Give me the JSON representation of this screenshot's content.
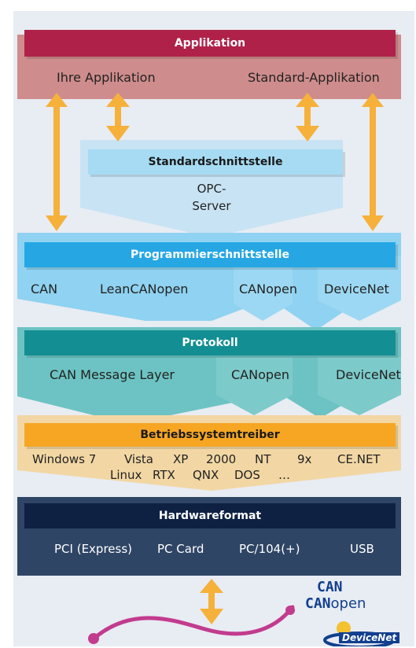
{
  "colors": {
    "background": "#e8ecf3",
    "app_band": "#cf8c8c",
    "app_header": "#b0214a",
    "arrow": "#f6b13a",
    "std_band": "#c8e3f4",
    "std_header": "#a6dbf3",
    "prog_band": "#8fd2f1",
    "prog_header": "#26a7e4",
    "proto_band": "#6dc3c3",
    "proto_header": "#138f93",
    "os_band": "#f2d7a4",
    "os_header": "#f6a623",
    "hw_band": "#2f4565",
    "hw_header": "#0f2143",
    "cable": "#c23b8e",
    "logo_blue": "#123f8e"
  },
  "application": {
    "title": "Applikation",
    "left": "Ihre Applikation",
    "right": "Standard-Applikation"
  },
  "standard": {
    "title": "Standardschnittstelle",
    "line1": "OPC-",
    "line2": "Server"
  },
  "programming": {
    "title": "Programmierschnittstelle",
    "items": [
      "CAN",
      "LeanCANopen",
      "CANopen",
      "DeviceNet"
    ]
  },
  "protocol": {
    "title": "Protokoll",
    "items": [
      "CAN Message Layer",
      "CANopen",
      "DeviceNet"
    ]
  },
  "os_drivers": {
    "title": "Betriebssystemtreiber",
    "line1": [
      "Windows 7",
      "Vista",
      "XP",
      "2000",
      "NT",
      "9x",
      "CE.NET"
    ],
    "line2": [
      "Linux",
      "RTX",
      "QNX",
      "DOS",
      "…"
    ]
  },
  "hardware": {
    "title": "Hardwareformat",
    "items": [
      "PCI (Express)",
      "PC Card",
      "PC/104(+)",
      "USB"
    ]
  },
  "logos": {
    "can": "CAN",
    "canopen_bold": "CAN",
    "canopen_light": "open",
    "devicenet": "DeviceNet"
  }
}
